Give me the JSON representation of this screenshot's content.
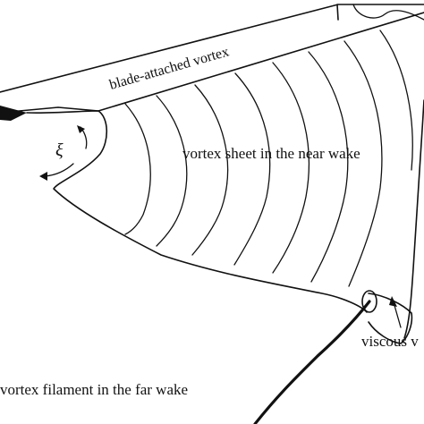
{
  "labels": {
    "blade_vortex": "blade-attached vortex",
    "near_wake": "vortex sheet in the near wake",
    "far_wake": "vortex filament in the far wake",
    "viscous": "viscous v",
    "xi": "ξ"
  },
  "colors": {
    "ink": "#111111",
    "background": "#ffffff"
  }
}
